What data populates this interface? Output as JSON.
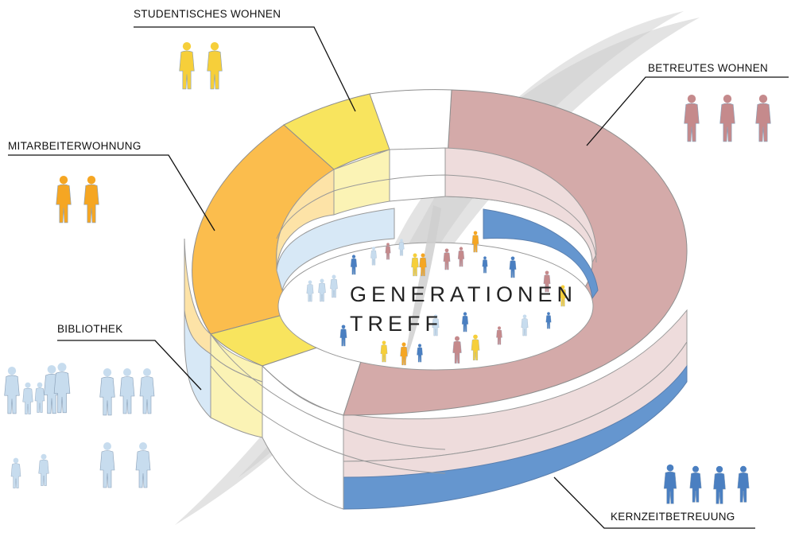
{
  "labels": {
    "studentisches_wohnen": "STUDENTISCHES WOHNEN",
    "betreutes_wohnen": "BETREUTES WOHNEN",
    "mitarbeiterwohnung": "MITARBEITERWOHNUNG",
    "bibliothek": "BIBLIOTHEK",
    "kernzeitbetreuung": "KERNZEITBETREUUNG"
  },
  "center": {
    "line1": "GENERATIONEN",
    "line2": "TREFF"
  },
  "colors": {
    "studentisches_wohnen": "#f8e45e",
    "mitarbeiterwohnung": "#fbbd4d",
    "betreutes_wohnen": "#d4aaa9",
    "bibliothek": "#d7e8f6",
    "kernzeitbetreuung": "#6596cf",
    "people_yellow": "#f6cf3a",
    "people_orange": "#f5a623",
    "people_rose": "#c58a8c",
    "people_lightblue": "#c7dcee",
    "people_blue": "#4a7fc1"
  }
}
